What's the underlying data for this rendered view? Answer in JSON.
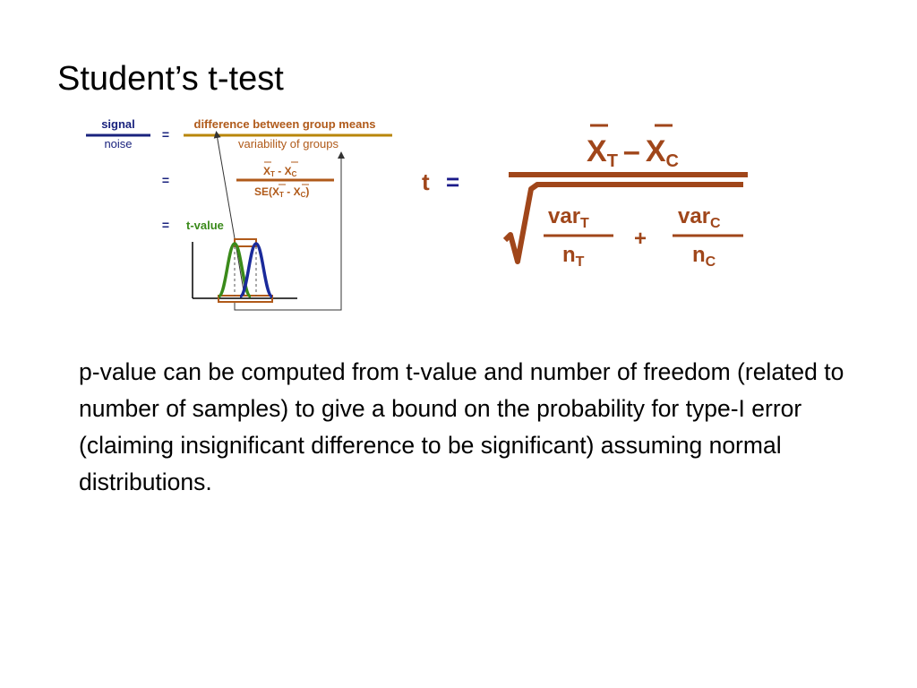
{
  "slide": {
    "title": "Student’s t-test",
    "body": "p-value can be computed from t-value and number of freedom (related to number of samples) to give a bound on the probability for type-I error (claiming insignificant difference to be significant) assuming normal distributions."
  },
  "diagram": {
    "signal": "signal",
    "noise": "noise",
    "equals": "=",
    "difference_label": "difference between group means",
    "variability_label": "variability of groups",
    "numerator_xt": "X",
    "numerator_t_sub": "T",
    "numerator_minus": " - ",
    "numerator_xc": "X",
    "numerator_c_sub": "C",
    "se_label": "SE(",
    "se_close": ")",
    "t_value_label": "t-value"
  },
  "formula": {
    "t": "t",
    "equals": "=",
    "x": "X",
    "sub_t": "T",
    "sub_c": "C",
    "minus": "–",
    "var": "var",
    "n": "n",
    "plus": "+"
  },
  "colors": {
    "navy": "#1a237e",
    "orange_brown": "#b05a1a",
    "gold": "#b8860b",
    "green": "#3a8a1a",
    "blue": "#1a2a9a",
    "formula_brown": "#a0461a",
    "formula_navy": "#1a1a8a"
  }
}
